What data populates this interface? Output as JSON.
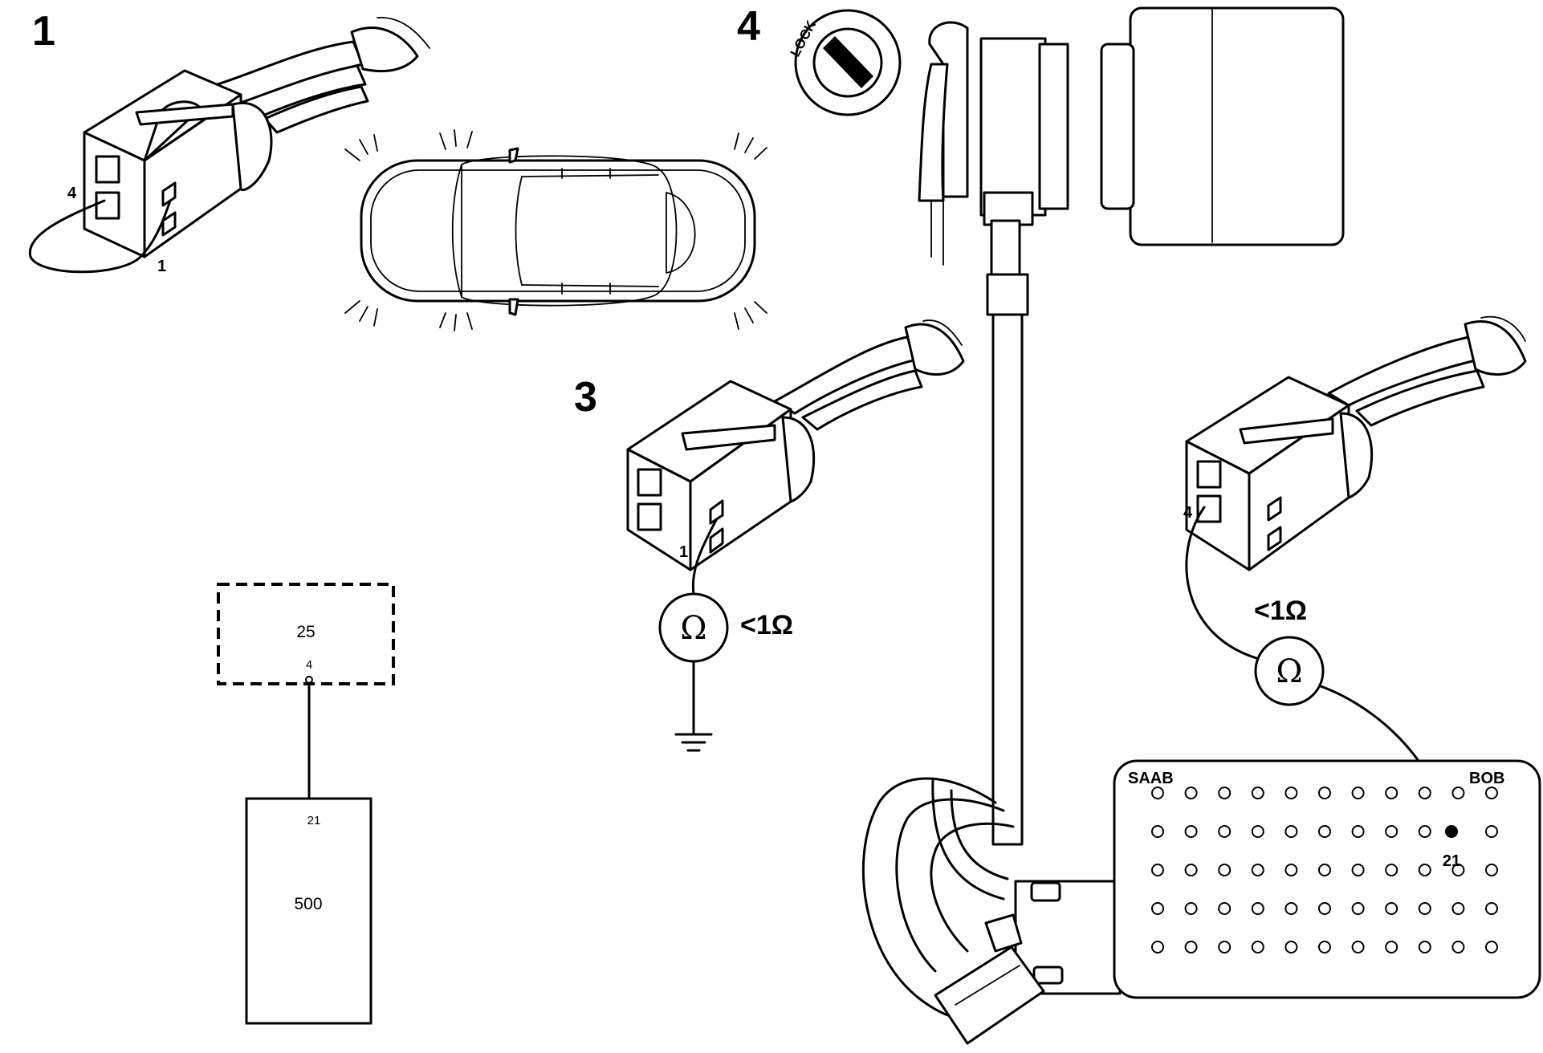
{
  "steps": {
    "step1": "1",
    "step3": "3",
    "step4": "4"
  },
  "ignition": {
    "lock_label": "LOCK"
  },
  "step1_connector": {
    "pin_a": "4",
    "pin_b": "1"
  },
  "step3_measure": {
    "pin": "1",
    "meter_symbol": "Ω",
    "reading": "<1Ω"
  },
  "right_measure": {
    "pin": "4",
    "meter_symbol": "Ω",
    "reading": "<1Ω"
  },
  "breakout_box": {
    "brand_left": "SAAB",
    "brand_right": "BOB",
    "active_pin": "21",
    "rows": 5,
    "columns": [
      11,
      11,
      11,
      11,
      11
    ]
  },
  "schematic": {
    "component_top": "25",
    "component_top_pin": "4",
    "component_bottom": "500",
    "component_bottom_pin": "21"
  },
  "colors": {
    "ink": "#000000",
    "paper": "#ffffff"
  }
}
